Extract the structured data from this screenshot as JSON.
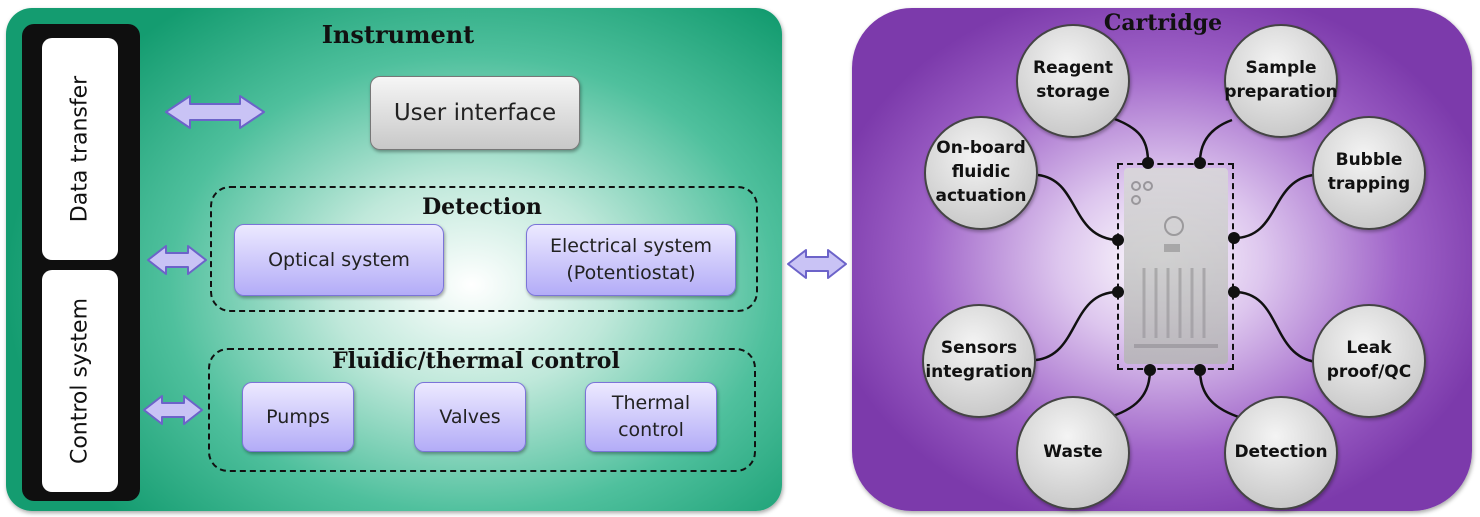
{
  "instrument": {
    "title": "Instrument",
    "side_labels": {
      "data_transfer": "Data transfer",
      "control_system": "Control system"
    },
    "user_interface": "User interface",
    "detection": {
      "title": "Detection",
      "optical": "Optical system",
      "electrical_line1": "Electrical system",
      "electrical_line2": "(Potentiostat)"
    },
    "fluidic": {
      "title": "Fluidic/thermal control",
      "pumps": "Pumps",
      "valves": "Valves",
      "thermal_line1": "Thermal",
      "thermal_line2": "control"
    }
  },
  "cartridge": {
    "title": "Cartridge",
    "nodes": {
      "reagent_storage": [
        "Reagent",
        "storage"
      ],
      "sample_preparation": [
        "Sample",
        "preparation"
      ],
      "onboard_fluidic_actuation": [
        "On-board",
        "fluidic",
        "actuation"
      ],
      "bubble_trapping": [
        "Bubble",
        "trapping"
      ],
      "sensors_integration": [
        "Sensors",
        "integration"
      ],
      "leak_proof_qc": [
        "Leak",
        "proof/QC"
      ],
      "waste": [
        "Waste"
      ],
      "detection": [
        "Detection"
      ]
    }
  },
  "colors": {
    "instrument_green": "#149c70",
    "cartridge_purple": "#7c3aab",
    "arrow_fill": "#c9c3f5",
    "arrow_stroke": "#6c63c9",
    "button_purple": "#b3acf7"
  },
  "icons": {
    "arrow": "double-headed-arrow-icon",
    "connector": "connector-line"
  }
}
